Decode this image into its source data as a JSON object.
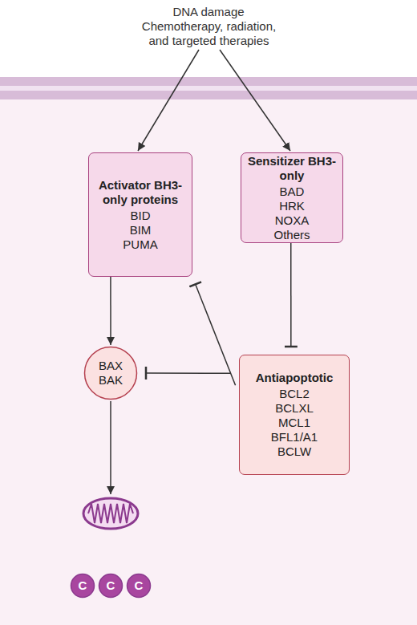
{
  "diagram": {
    "nodes": [
      {
        "text": [
          "Activator BH3-only proteins",
          "BID",
          "BIM",
          "PUMA"
        ]
      },
      {
        "text": [
          "Sensitizer BH3-only",
          "BAD",
          "HRK",
          "NOXA",
          "Others"
        ]
      },
      {
        "text": [
          "BAX",
          "BAK"
        ]
      },
      {
        "text": [
          "Antiapoptotic",
          "BCL2",
          "BCLXL",
          "MCL1",
          "BFL1/A1",
          "BCLW"
        ]
      },
      {
        "text": [
          "C"
        ]
      },
      {
        "text": [
          "C"
        ]
      },
      {
        "text": [
          "C"
        ]
      }
    ],
    "edges": [
      {
        "from": 0,
        "to": 2,
        "arrow": "to"
      },
      {
        "from": 1,
        "to": 3,
        "arrow": "to"
      },
      {
        "from": 3,
        "to": 0,
        "arrow": "to"
      },
      {
        "from": 3,
        "to": 2,
        "arrow": "to"
      }
    ],
    "labels": [
      "DNA damage",
      "Chemotherapy, radiation, and targeted therapies"
    ]
  }
}
